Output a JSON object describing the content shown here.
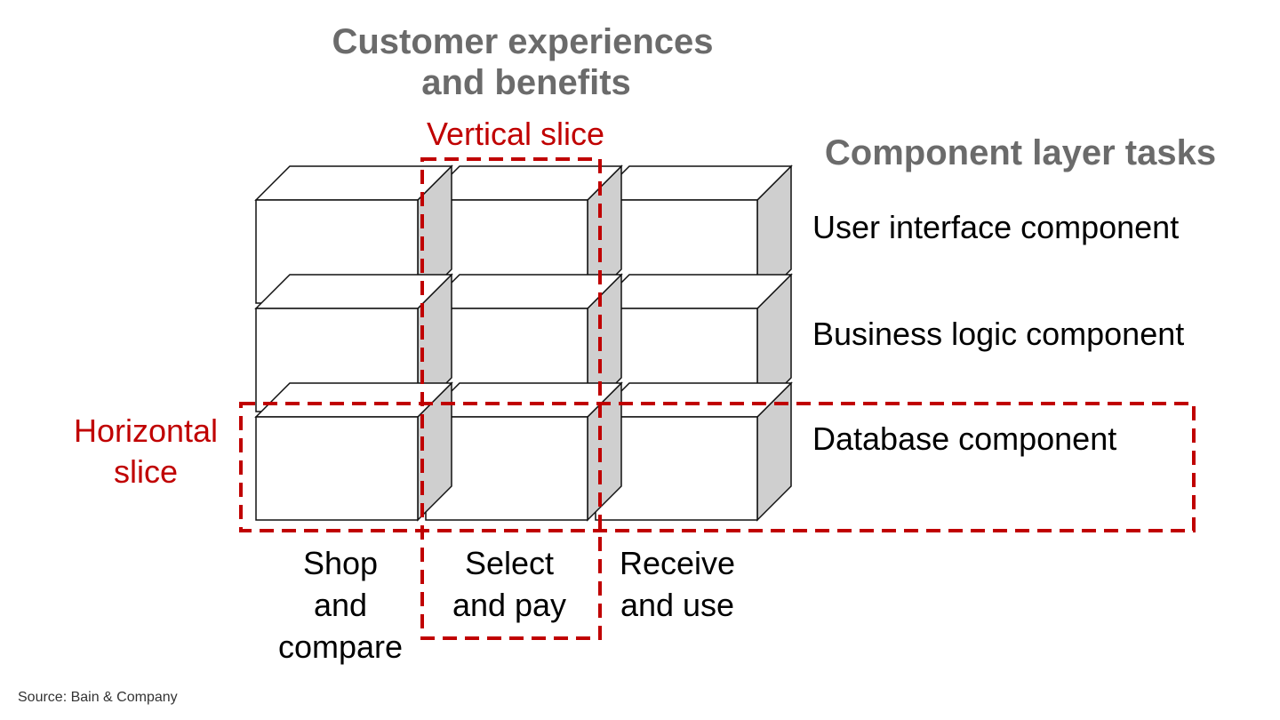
{
  "title": {
    "line1": "Customer experiences",
    "line2": "and benefits"
  },
  "layers_heading": "Component layer tasks",
  "vertical_slice_label": "Vertical slice",
  "horizontal_slice_label": {
    "line1": "Horizontal",
    "line2": "slice"
  },
  "layers": [
    "User interface component",
    "Business logic component",
    "Database component"
  ],
  "columns": [
    {
      "lines": [
        "Shop",
        "and",
        "compare"
      ]
    },
    {
      "lines": [
        "Select",
        "and pay"
      ]
    },
    {
      "lines": [
        "Receive",
        "and use"
      ]
    }
  ],
  "source": "Source: Bain & Company",
  "colors": {
    "title_gray": "#6b6b6b",
    "slice_red": "#c00000",
    "cube_side_gray": "#cfcfcf"
  }
}
